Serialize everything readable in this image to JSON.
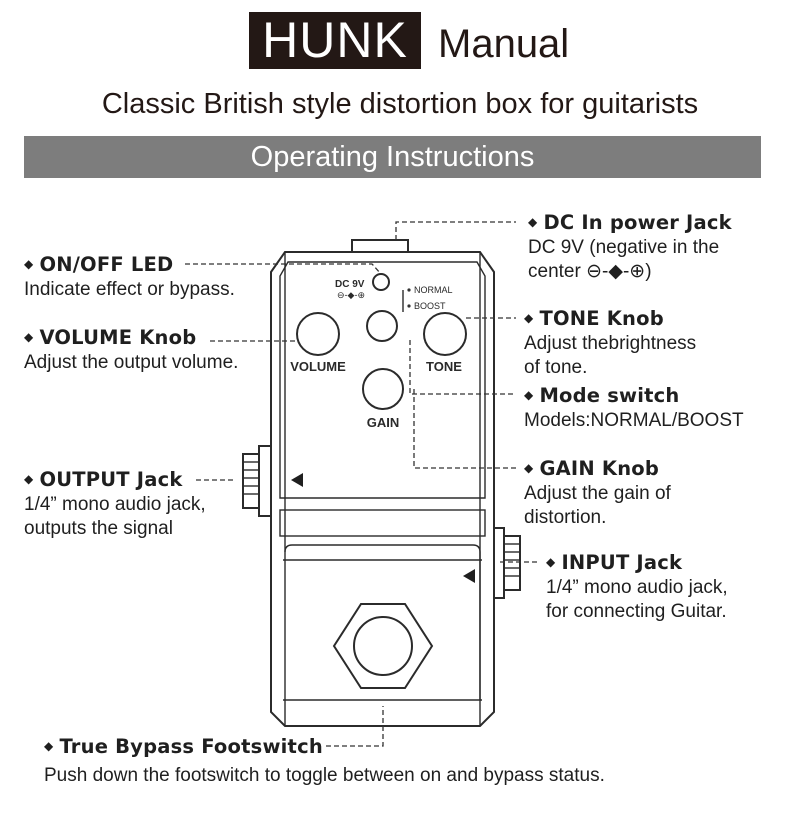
{
  "header": {
    "brand": "HUNK",
    "word": "Manual",
    "subtitle": "Classic British style distortion box for guitarists",
    "banner": "Operating Instructions"
  },
  "pedal": {
    "knob_labels": {
      "volume": "VOLUME",
      "tone": "TONE",
      "gain": "GAIN"
    },
    "dc_label": "DC 9V",
    "mode_normal": "NORMAL",
    "mode_boost": "BOOST"
  },
  "callouts": {
    "dc_in": {
      "title": "DC In power Jack",
      "line1": "DC 9V (negative in the",
      "line2": "center ⊖-◆-⊕)"
    },
    "onoff_led": {
      "title": "ON/OFF LED",
      "line1": "Indicate effect or bypass."
    },
    "volume": {
      "title": "VOLUME Knob",
      "line1": "Adjust the output volume."
    },
    "tone": {
      "title": "TONE Knob",
      "line1": "Adjust thebrightness",
      "line2": "of tone."
    },
    "mode": {
      "title": "Mode switch",
      "line1": "Models:NORMAL/BOOST"
    },
    "gain": {
      "title": "GAIN Knob",
      "line1": "Adjust the gain of",
      "line2": "distortion."
    },
    "output": {
      "title": "OUTPUT Jack",
      "line1": "1/4” mono audio jack,",
      "line2": "outputs the signal"
    },
    "input": {
      "title": "INPUT Jack",
      "line1": "1/4” mono audio jack,",
      "line2": "for connecting Guitar."
    },
    "footswitch": {
      "title": "True Bypass Footswitch",
      "line1": "Push down the footswitch to toggle between on and bypass status."
    }
  }
}
